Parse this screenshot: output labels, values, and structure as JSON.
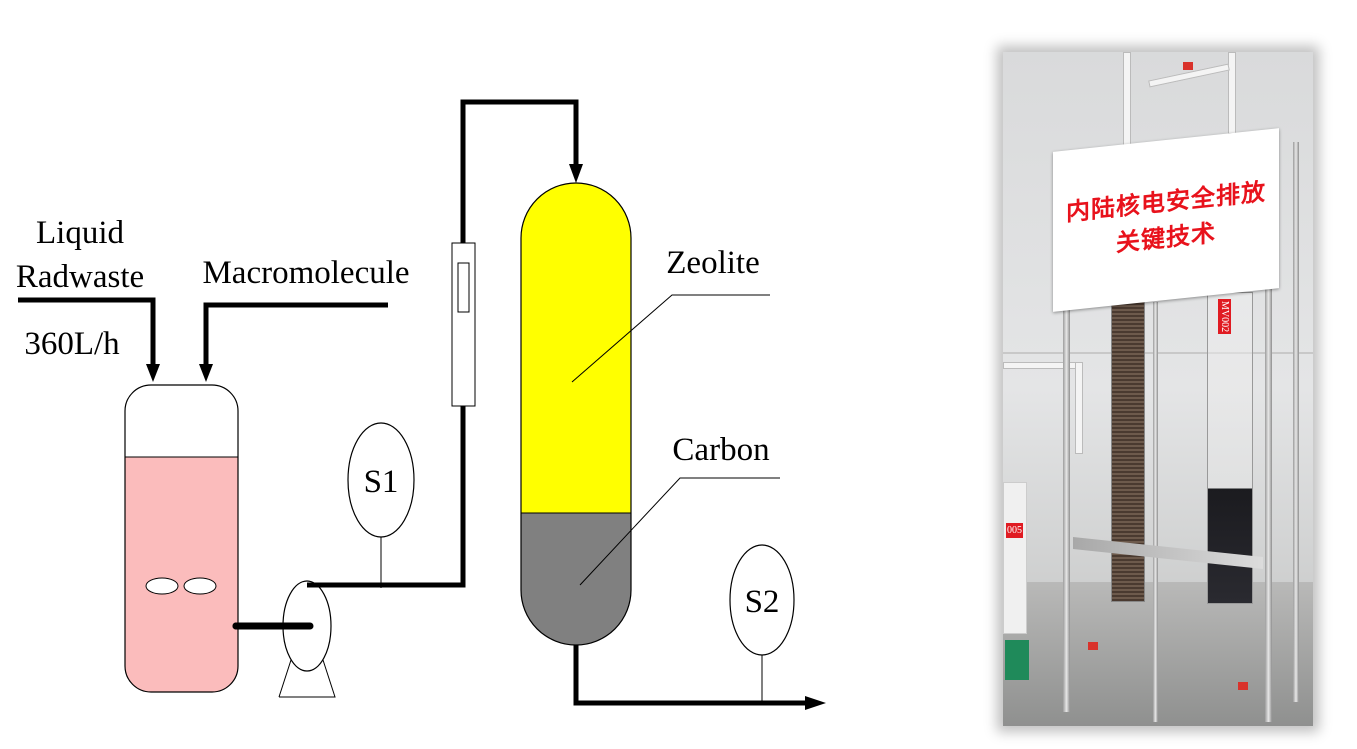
{
  "diagram": {
    "inputs": {
      "liquid_line1": "Liquid",
      "liquid_line2": "Radwaste",
      "flow_rate": "360L/h",
      "macromolecule": "Macromolecule"
    },
    "samplers": {
      "s1": "S1",
      "s2": "S2"
    },
    "column": {
      "top_media": "Zeolite",
      "bottom_media": "Carbon"
    },
    "colors": {
      "tank_liquid": "#fbbcbc",
      "zeolite": "#ffff00",
      "carbon": "#808080"
    }
  },
  "photo": {
    "sign_line1": "内陆核电安全排放",
    "sign_line2": "关键技术",
    "tag_right": "MV002",
    "tag_left": "005"
  }
}
